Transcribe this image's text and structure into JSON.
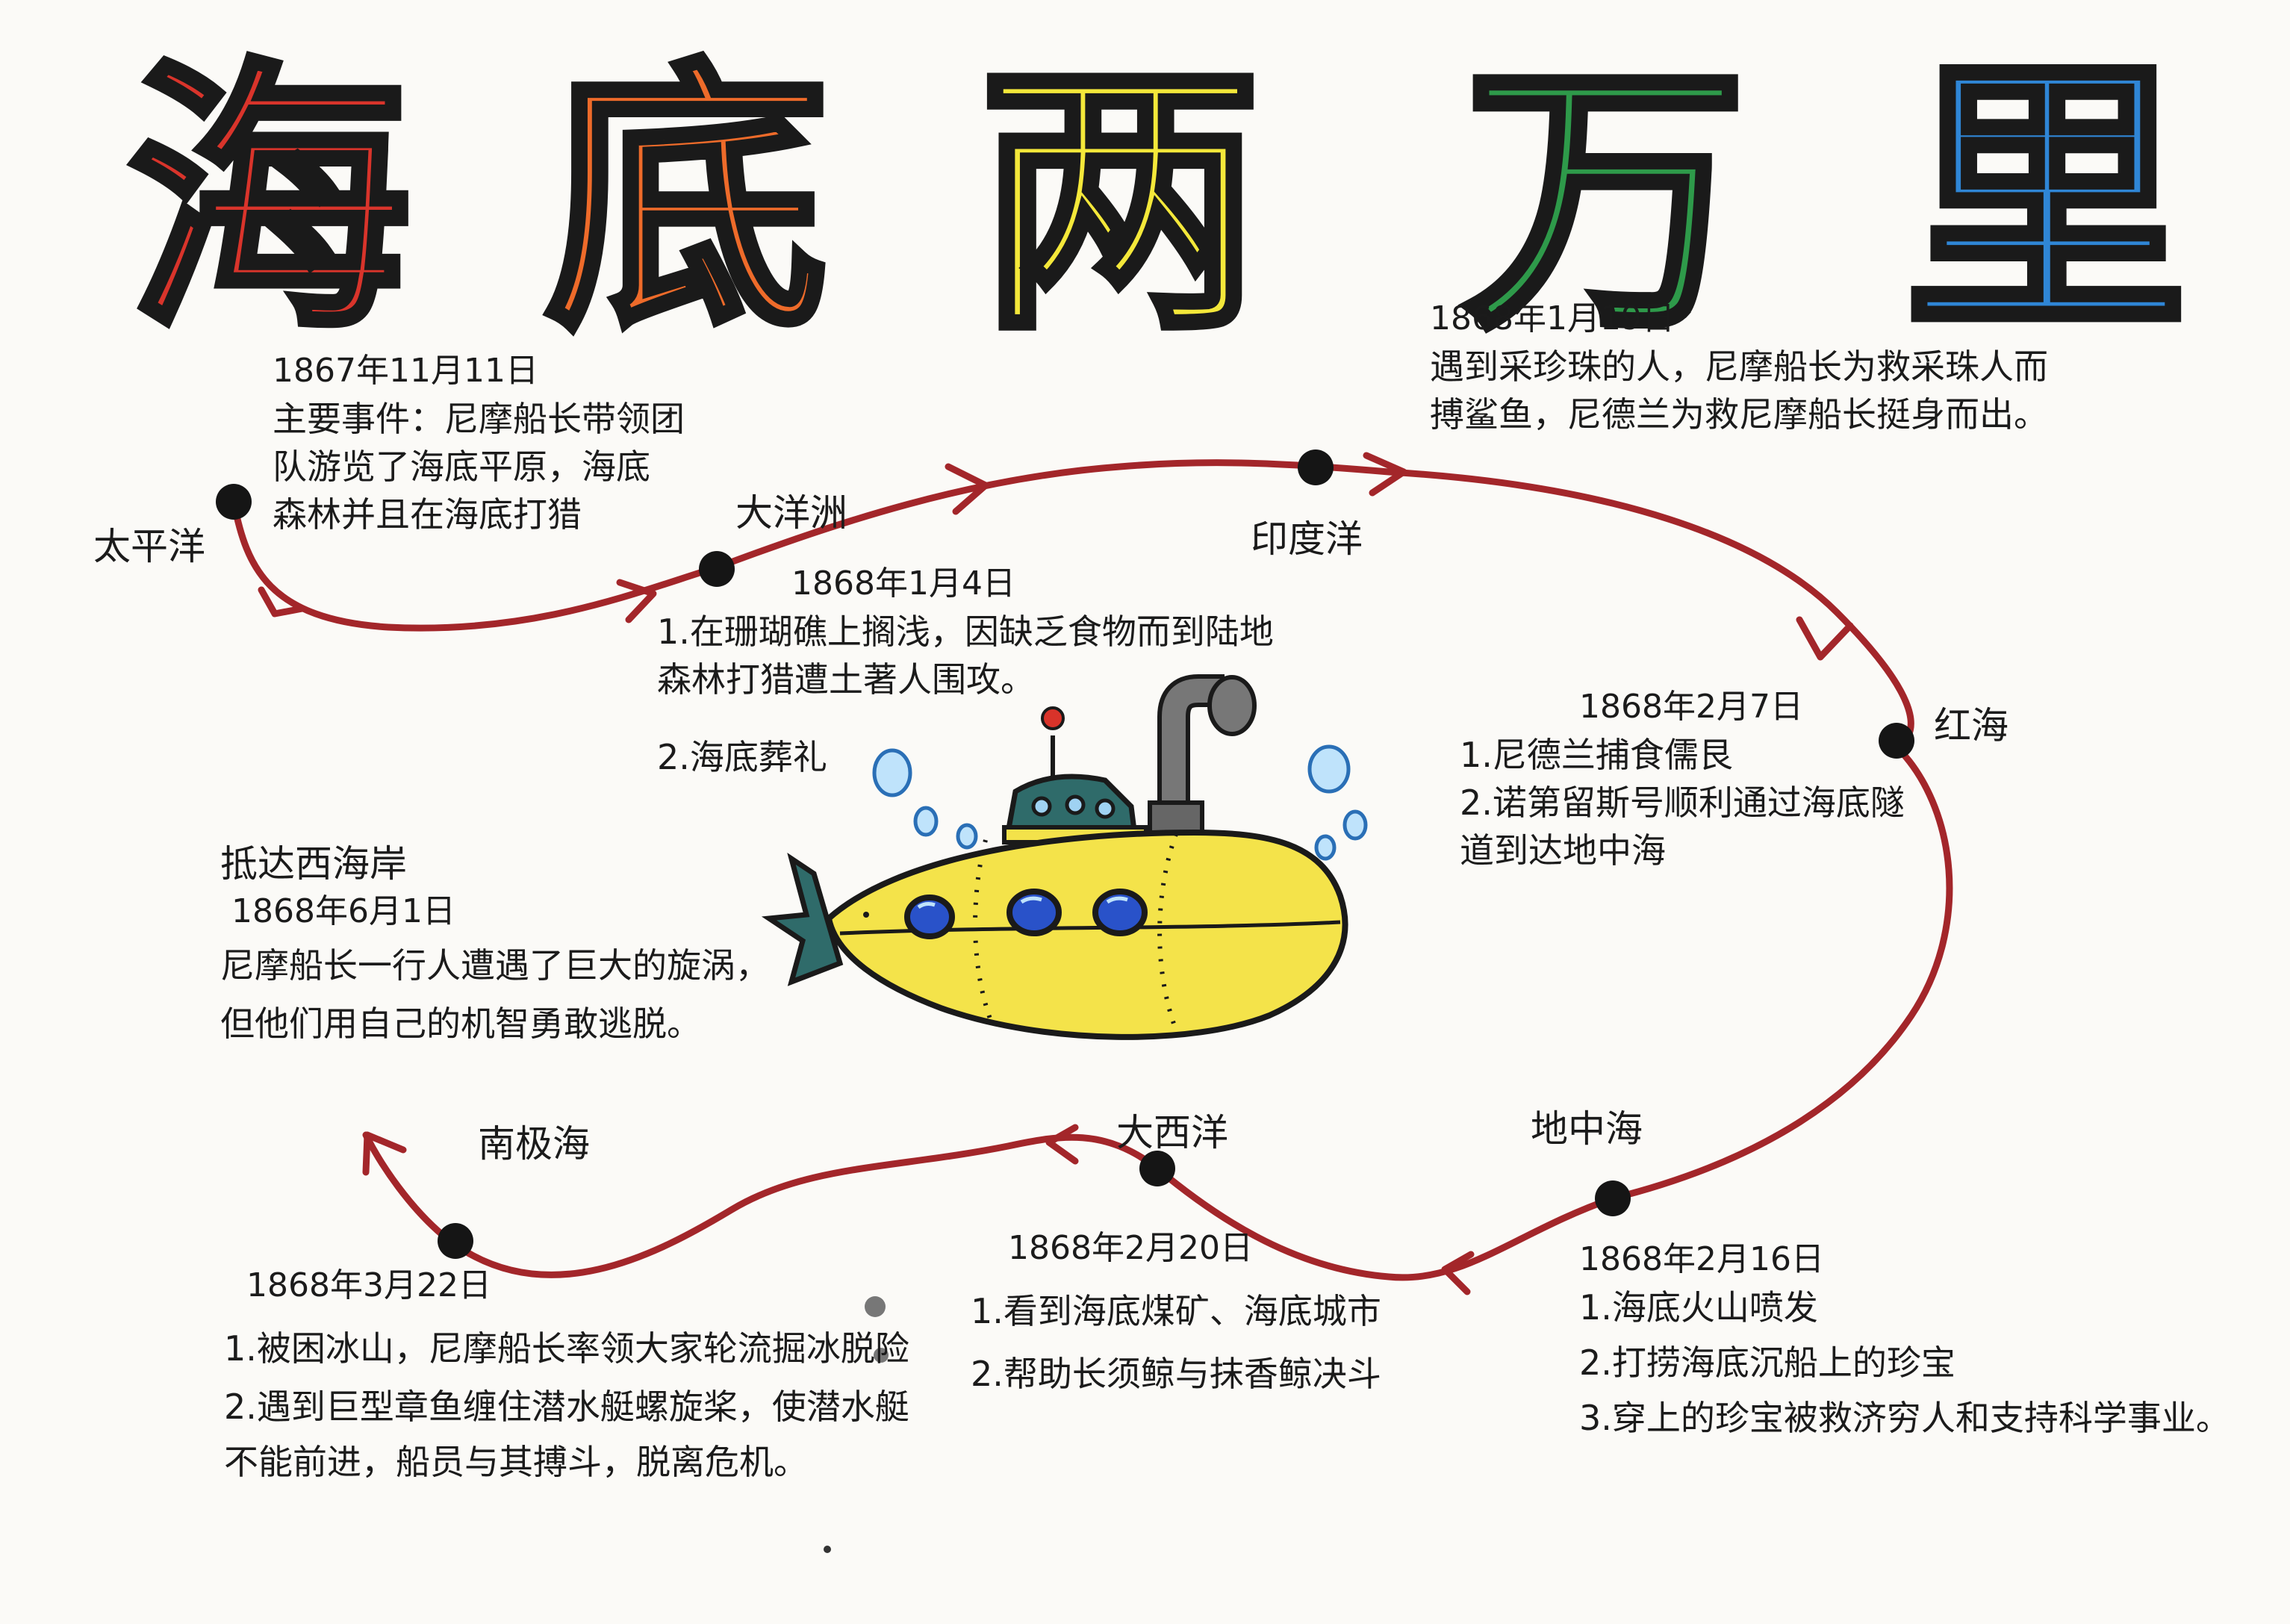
{
  "title": [
    "海",
    "底",
    "两",
    "万",
    "里"
  ],
  "title_colors": [
    "#d9342b",
    "#ee6b2a",
    "#f4e83a",
    "#2e9a4a",
    "#2f86d6"
  ],
  "route_color": "#a3262a",
  "places": {
    "pacific": "太平洋",
    "oceania": "大洋洲",
    "indian": "印度洋",
    "red_sea": "红海",
    "mediterranean": "地中海",
    "atlantic": "大西洋",
    "antarctic": "南极海"
  },
  "events": {
    "pacific": {
      "date": "1867年11月11日",
      "lines": [
        "主要事件：尼摩船长带领团",
        "队游览了海底平原，海底",
        "森林并且在海底打猎"
      ]
    },
    "oceania": {
      "date": "1868年1月4日",
      "lines": [
        "1.在珊瑚礁上搁浅，因缺乏食物而到陆地",
        "  森林打猎遭土著人围攻。",
        "2.海底葬礼"
      ]
    },
    "indian": {
      "date": "1868年1月19日",
      "lines": [
        "遇到采珍珠的人，尼摩船长为救采珠人而",
        "搏鲨鱼，尼德兰为救尼摩船长挺身而出。"
      ]
    },
    "red_sea": {
      "date": "1868年2月7日",
      "lines": [
        "1.尼德兰捕食儒艮",
        "2.诺第留斯号顺利通过海底隧",
        "  道到达地中海"
      ]
    },
    "mediterranean": {
      "date": "1868年2月16日",
      "lines": [
        "1.海底火山喷发",
        "2.打捞海底沉船上的珍宝",
        "3.穿上的珍宝被救济穷人和支持科学事业。"
      ]
    },
    "atlantic": {
      "date": "1868年2月20日",
      "lines": [
        "1.看到海底煤矿、海底城市",
        "2.帮助长须鲸与抹香鲸决斗"
      ]
    },
    "antarctic": {
      "date": "1868年3月22日",
      "lines": [
        "1.被困冰山，尼摩船长率领大家轮流掘冰脱险",
        "2.遇到巨型章鱼缠住潜水艇螺旋桨，使潜水艇",
        "不能前进，船员与其搏斗，脱离危机。"
      ]
    },
    "west_coast": {
      "place": "抵达西海岸",
      "date": "1868年6月1日",
      "lines": [
        "尼摩船长一行人遭遇了巨大的旋涡，",
        "但他们用自己的机智勇敢逃脱。"
      ]
    }
  }
}
